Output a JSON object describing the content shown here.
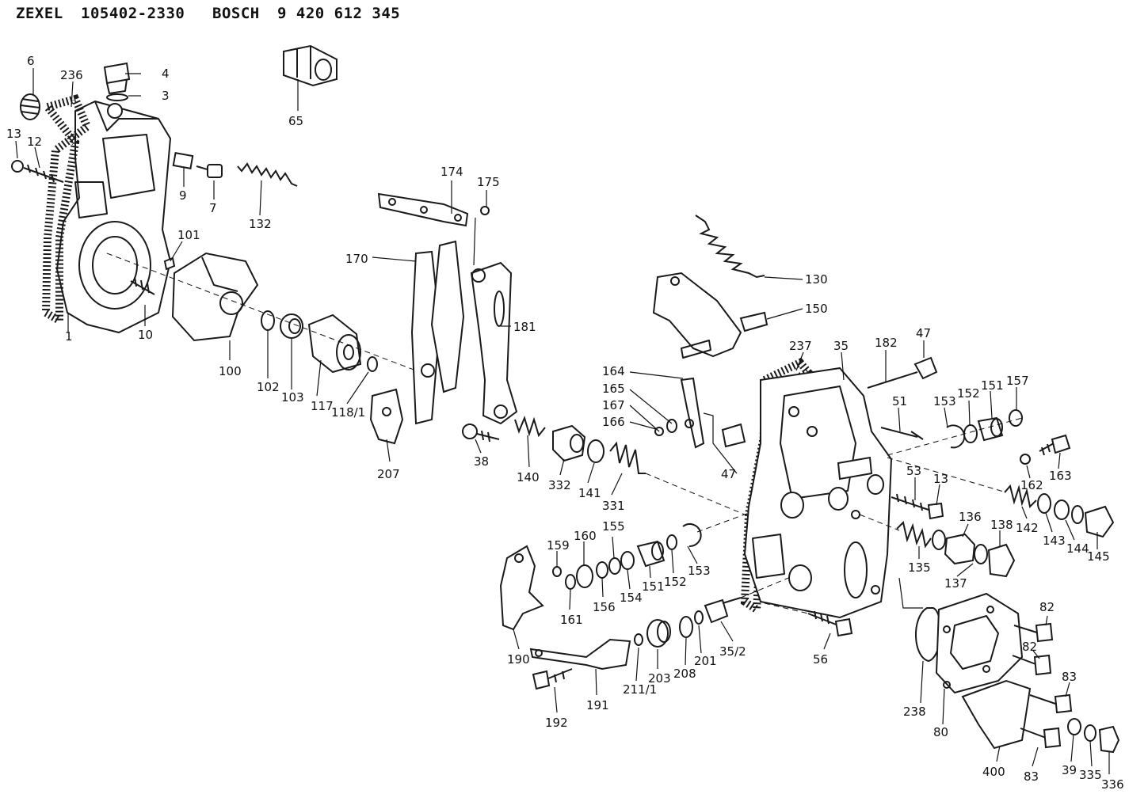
{
  "header": {
    "brand1": "ZEXEL",
    "code1": "105402-2330",
    "brand2": "BOSCH",
    "code2": "9 420 612 345"
  },
  "labels": {
    "l6": "6",
    "l236": "236",
    "l4": "4",
    "l3": "3",
    "l65": "65",
    "l13a": "13",
    "l12": "12",
    "l9": "9",
    "l7": "7",
    "l132": "132",
    "l174": "174",
    "l175": "175",
    "l101": "101",
    "l10": "10",
    "l1": "1",
    "l100": "100",
    "l102": "102",
    "l103": "103",
    "l117": "117",
    "l118": "118/1",
    "l170": "170",
    "l181": "181",
    "l207": "207",
    "l38": "38",
    "l140": "140",
    "l332": "332",
    "l141": "141",
    "l331": "331",
    "l130": "130",
    "l150": "150",
    "l164": "164",
    "l165": "165",
    "l167": "167",
    "l166": "166",
    "l47a": "47",
    "l237": "237",
    "l35": "35",
    "l182": "182",
    "l47b": "47",
    "l51": "51",
    "l153a": "153",
    "l152a": "152",
    "l151a": "151",
    "l157": "157",
    "l163": "163",
    "l162": "162",
    "l53": "53",
    "l13b": "13",
    "l136": "136",
    "l138": "138",
    "l142": "142",
    "l143": "143",
    "l144": "144",
    "l145": "145",
    "l135": "135",
    "l137": "137",
    "l159": "159",
    "l160": "160",
    "l155": "155",
    "l161": "161",
    "l156": "156",
    "l154": "154",
    "l151b": "151",
    "l152b": "152",
    "l153b": "153",
    "l190": "190",
    "l191": "191",
    "l192": "192",
    "l211": "211/1",
    "l203": "203",
    "l208": "208",
    "l201": "201",
    "l352": "35/2",
    "l56": "56",
    "l82a": "82",
    "l82b": "82",
    "l83a": "83",
    "l238": "238",
    "l80": "80",
    "l400": "400",
    "l83b": "83",
    "l39": "39",
    "l335": "335",
    "l336": "336"
  }
}
